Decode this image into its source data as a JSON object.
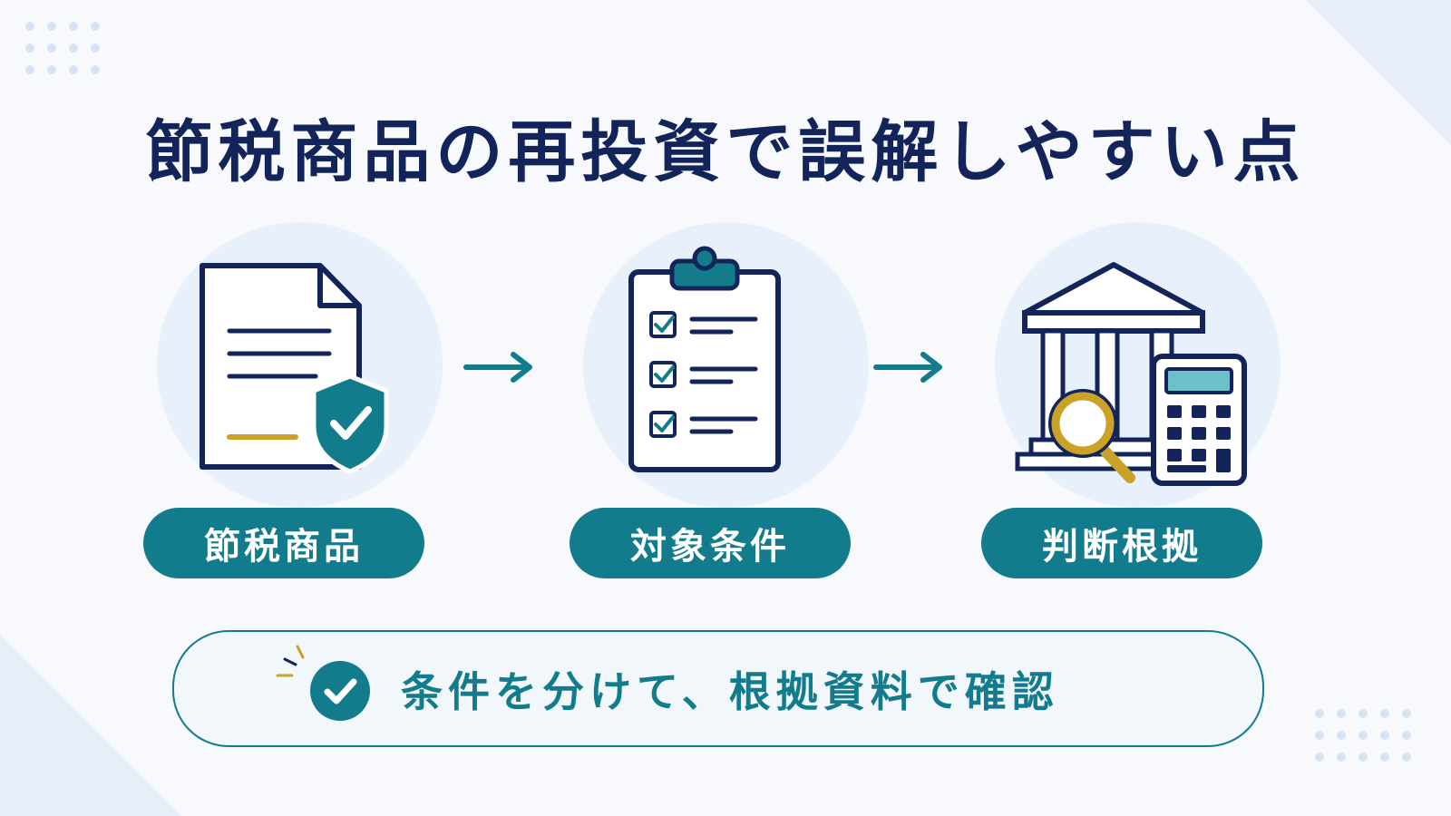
{
  "title": "節税商品の再投資で誤解しやすい点",
  "steps": [
    {
      "label": "節税商品",
      "icon": "document-shield-check-icon"
    },
    {
      "label": "対象条件",
      "icon": "clipboard-checklist-icon"
    },
    {
      "label": "判断根拠",
      "icon": "bank-magnifier-calculator-icon"
    }
  ],
  "note": {
    "text": "条件を分けて、根拠資料で確認",
    "icon": "check-circle-icon"
  },
  "colors": {
    "navy": "#13245a",
    "teal": "#137c8c",
    "gold": "#c9a227",
    "light_blue": "#e8f1fb"
  }
}
